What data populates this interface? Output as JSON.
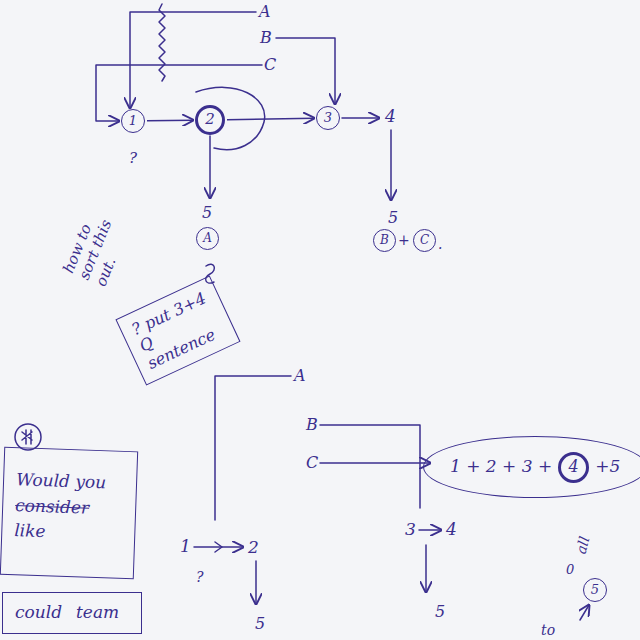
{
  "diagram": {
    "nodes": [
      {
        "text": [
          "1"
        ]
      },
      {
        "text": [
          "2"
        ]
      },
      {
        "text": [
          "3"
        ]
      },
      {
        "text": [
          "A"
        ]
      },
      {
        "text": [
          "B"
        ]
      },
      {
        "text": [
          "C"
        ]
      },
      {
        "text": [
          "? put 3+4 Q sentence"
        ]
      },
      {
        "text": [
          "Would you",
          "consider",
          "like"
        ]
      },
      {
        "text": [
          "1 + 2 + 3 +",
          "+5"
        ]
      },
      {
        "text": [
          "4"
        ],
        "in": 8
      },
      {
        "text": [
          "could",
          "team"
        ]
      },
      {
        "text": [
          "5"
        ]
      }
    ],
    "edges": [
      {
        "from": 0,
        "to": 1,
        "arrow": "to"
      },
      {
        "from": 1,
        "to": 2,
        "arrow": "to"
      }
    ],
    "labels": [
      "A",
      "B",
      "C",
      "4",
      "?",
      "5",
      "5",
      "+",
      ".",
      "how to sort this out.",
      "A",
      "B",
      "C",
      "1",
      "2",
      "?",
      "5",
      "3",
      "4",
      "5",
      "all",
      "0",
      "to"
    ]
  }
}
